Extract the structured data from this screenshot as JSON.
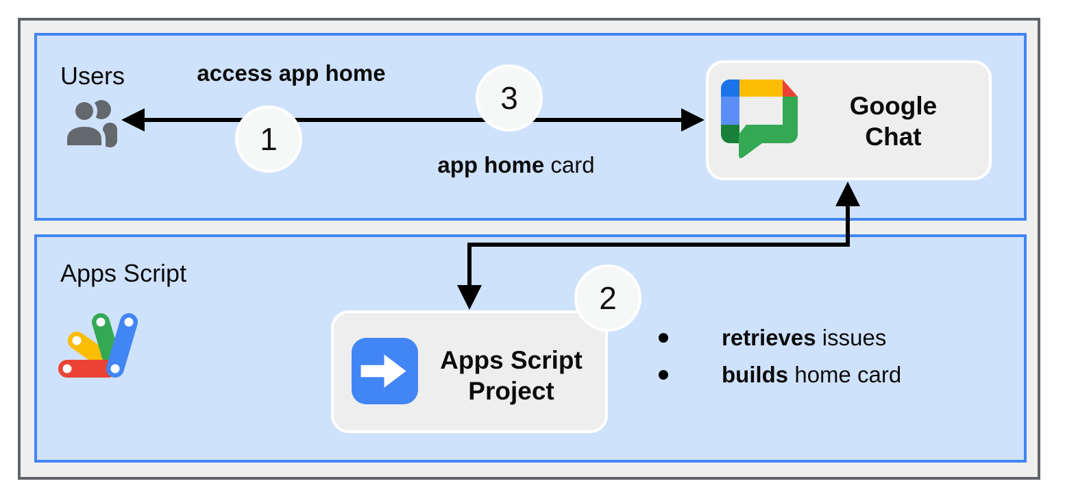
{
  "top_panel": {
    "label": "Users",
    "arrow_label_access": {
      "bold": "access app home",
      "rest": ""
    },
    "arrow_label_card": {
      "bold": "app home",
      "rest": " card"
    },
    "step_1": "1",
    "step_3": "3",
    "chat_box": {
      "line1": "Google",
      "line2": "Chat"
    }
  },
  "bottom_panel": {
    "label": "Apps Script",
    "step_2": "2",
    "project_box": {
      "line1": "Apps Script",
      "line2": "Project"
    },
    "bullets": [
      {
        "bold": "retrieves",
        "rest": " issues"
      },
      {
        "bold": "builds",
        "rest": " home card"
      }
    ]
  },
  "icons": {
    "users": "users-icon",
    "chat": "google-chat-logo",
    "apps_script": "apps-script-logo",
    "project": "arrow-right-icon"
  },
  "colors": {
    "panel_fill": "#cfe2fc",
    "panel_border": "#4285f4",
    "frame_fill": "#efefef",
    "frame_border": "#5f6368",
    "node_fill": "#eeeeef",
    "node_border": "#ffffff",
    "arrow": "#000000",
    "google_blue": "#4285f4",
    "google_blue_dark": "#1a73e8",
    "google_blue_light": "#5c8ef7",
    "google_red": "#ea4335",
    "google_yellow": "#fbbc04",
    "google_green": "#34a853",
    "google_green_dark": "#188038",
    "icon_gray": "#63686d"
  }
}
